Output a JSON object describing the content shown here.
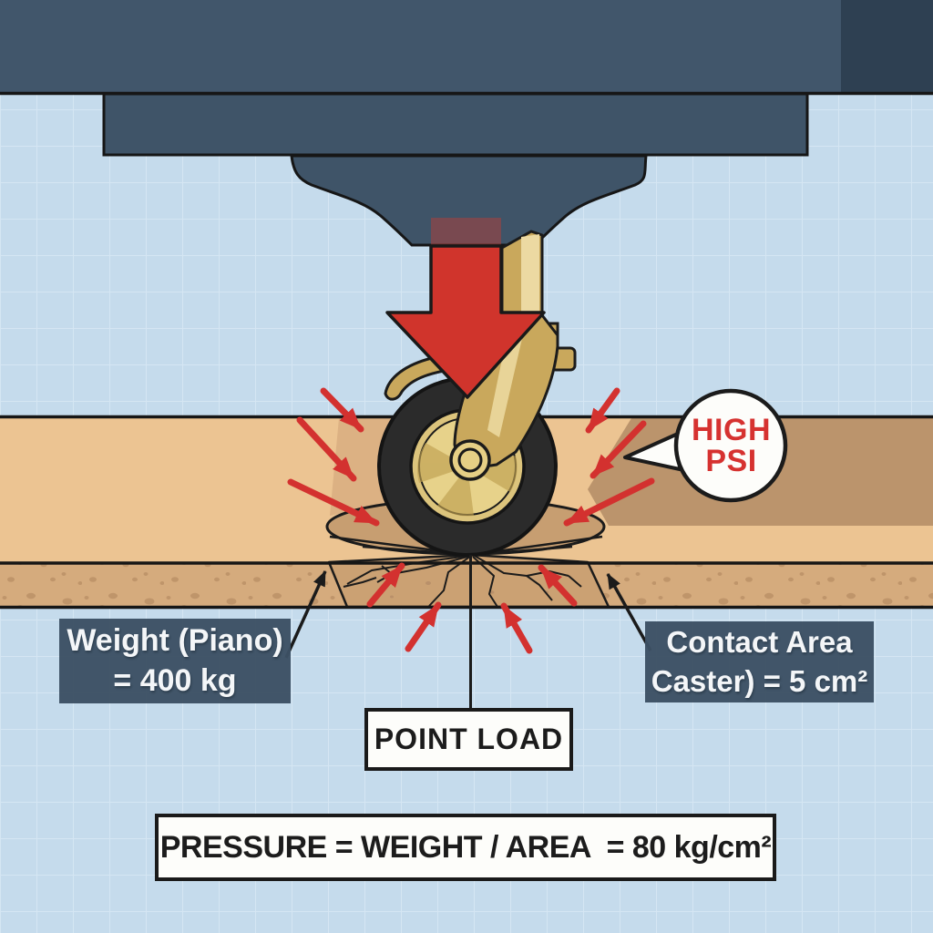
{
  "bubble": {
    "line1": "HIGH",
    "line2": "PSI"
  },
  "labels": {
    "weight": {
      "line1": "Weight (Piano)",
      "line2": "= 400 kg"
    },
    "contact": {
      "line1": "Contact Area",
      "line2": "Caster) = 5 cm²"
    },
    "point_load": "POINT LOAD",
    "pressure": "PRESSURE = WEIGHT / AREA  = 80 kg/cm²"
  },
  "values": {
    "weight_kg": 400,
    "contact_area_cm2": 5,
    "pressure_kg_per_cm2": 80
  },
  "colors": {
    "highlight_red": "#d3312f",
    "piano_dark_blue": "#3f5468",
    "brass_gold": "#c9a85c",
    "tire_black": "#2b2b2b",
    "floor_light_tan": "#ecc492",
    "floor_dark_tan": "#bb946c",
    "subfloor_tan": "#d5ab7d",
    "background_blue": "#c5dbec",
    "label_box_blue": "#3d5164",
    "callout_white": "#fdfdfa"
  }
}
